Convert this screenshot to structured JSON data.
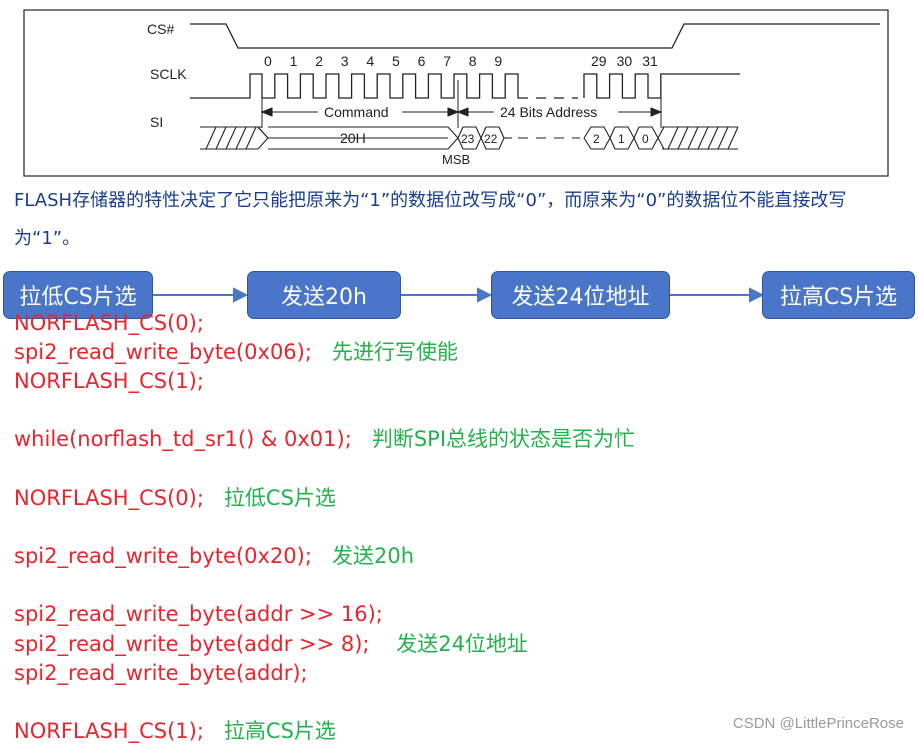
{
  "timing": {
    "cs_label": "CS#",
    "sclk_label": "SCLK",
    "si_label": "SI",
    "clock_numbers_left": [
      "0",
      "1",
      "2",
      "3",
      "4",
      "5",
      "6",
      "7",
      "8",
      "9"
    ],
    "clock_numbers_right": [
      "29",
      "30",
      "31"
    ],
    "command_label": "Command",
    "address_label": "24 Bits Address",
    "command_value": "20H",
    "bits_left": [
      "23",
      "22"
    ],
    "bits_right": [
      "2",
      "1",
      "0"
    ],
    "msb_label": "MSB"
  },
  "description": "FLASH存储器的特性决定了它只能把原来为“1”的数据位改写成“0”，而原来为“0”的数据位不能直接改写为“1”。",
  "flow": [
    "拉低CS片选",
    "发送20h",
    "发送24位地址",
    "拉高CS片选"
  ],
  "code_lines": [
    {
      "code": "NORFLASH_CS(0);",
      "comment": ""
    },
    {
      "code": "spi2_read_write_byte(0x06);",
      "comment": "先进行写使能"
    },
    {
      "code": "NORFLASH_CS(1);",
      "comment": ""
    },
    {
      "code": "while(norflash_td_sr1() & 0x01);",
      "comment": "判断SPI总线的状态是否为忙"
    },
    {
      "code": "NORFLASH_CS(0);",
      "comment": "拉低CS片选"
    },
    {
      "code": "spi2_read_write_byte(0x20);",
      "comment": "发送20h"
    },
    {
      "code": "spi2_read_write_byte(addr >> 16);",
      "comment": ""
    },
    {
      "code": "spi2_read_write_byte(addr >> 8);",
      "comment": "发送24位地址"
    },
    {
      "code": "spi2_read_write_byte(addr);",
      "comment": ""
    },
    {
      "code": "NORFLASH_CS(1);",
      "comment": "拉高CS片选"
    }
  ],
  "watermark": "CSDN @LittlePrinceRose",
  "colors": {
    "code": "#e8242d",
    "comment": "#21b24b",
    "flow_box": "#4a76c9",
    "description": "#1a3d8f"
  }
}
